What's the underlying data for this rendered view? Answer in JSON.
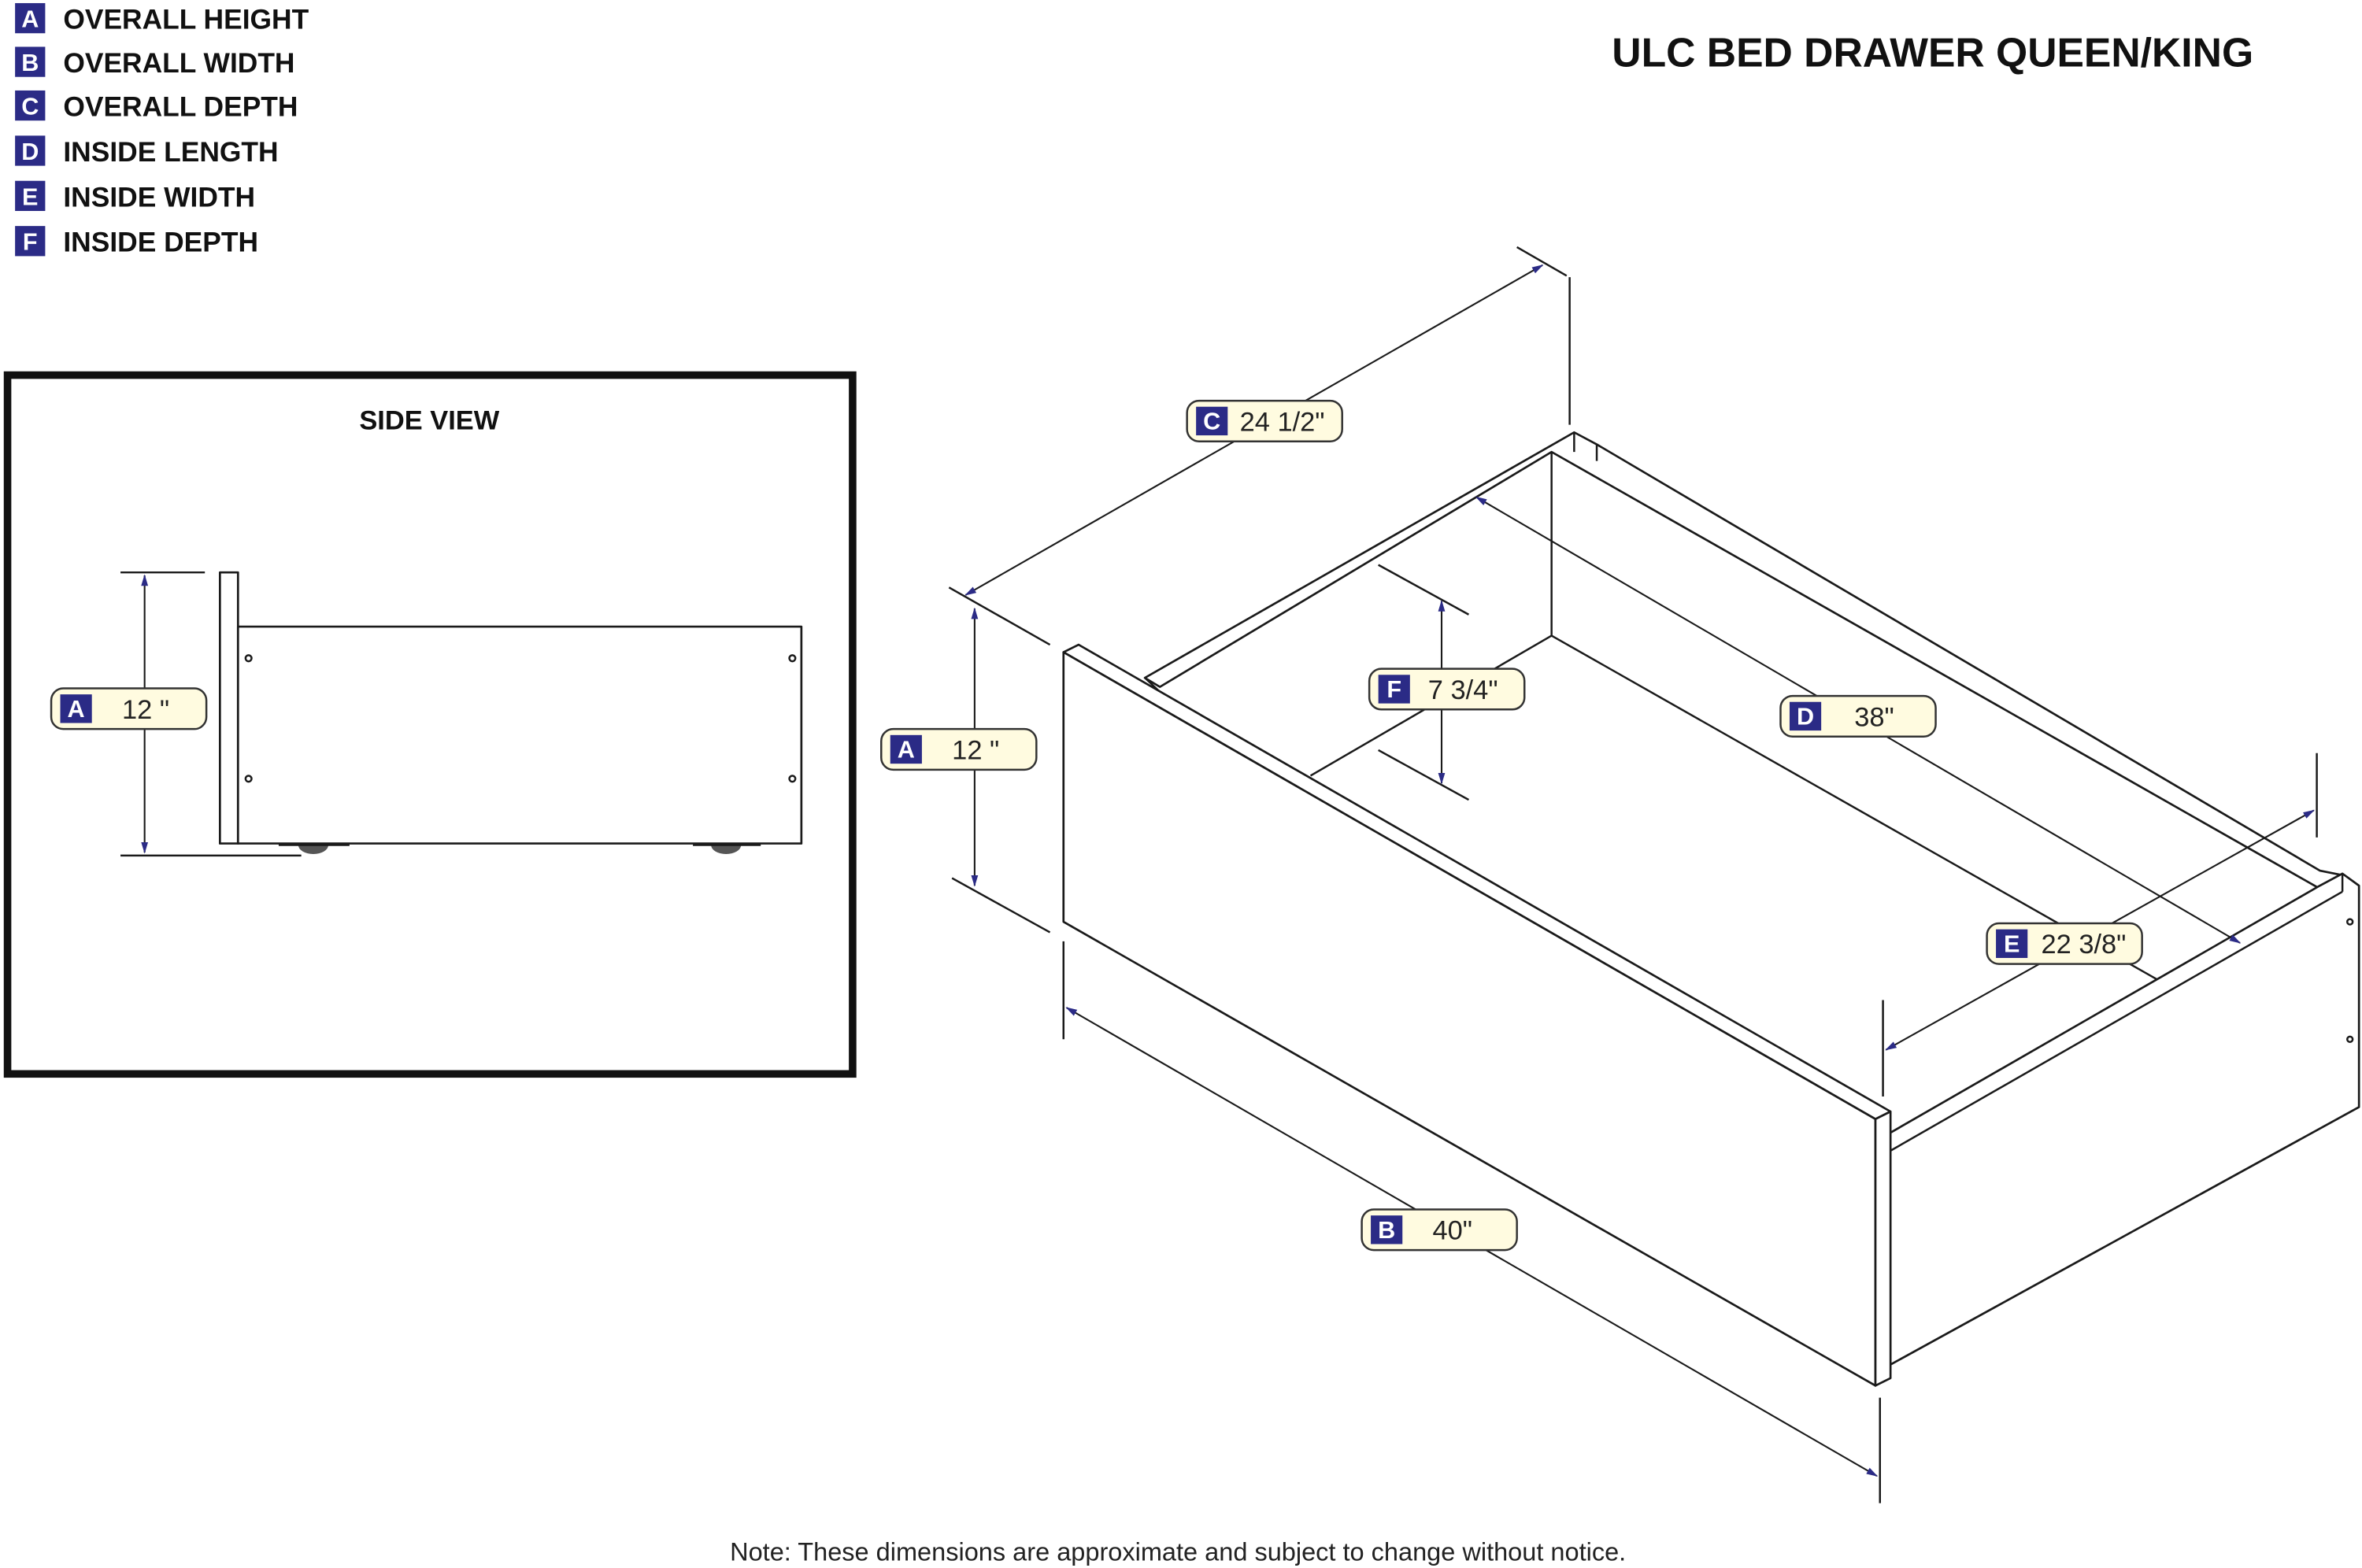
{
  "title": "ULC BED DRAWER QUEEN/KING",
  "legend": [
    {
      "key": "A",
      "label": "OVERALL HEIGHT"
    },
    {
      "key": "B",
      "label": "OVERALL WIDTH"
    },
    {
      "key": "C",
      "label": "OVERALL DEPTH"
    },
    {
      "key": "D",
      "label": "INSIDE LENGTH"
    },
    {
      "key": "E",
      "label": "INSIDE WIDTH"
    },
    {
      "key": "F",
      "label": "INSIDE DEPTH"
    }
  ],
  "side_view": {
    "title": "SIDE VIEW",
    "dimension": {
      "key": "A",
      "value": "12 \""
    }
  },
  "dimensions": {
    "A": {
      "key": "A",
      "value": "12 \""
    },
    "B": {
      "key": "B",
      "value": "40\""
    },
    "C": {
      "key": "C",
      "value": "24 1/2\""
    },
    "D": {
      "key": "D",
      "value": "38\""
    },
    "E": {
      "key": "E",
      "value": "22 3/8\""
    },
    "F": {
      "key": "F",
      "value": "7 3/4\""
    }
  },
  "note": "Note:  These dimensions are approximate and subject to change without notice.",
  "colors": {
    "badge": "#2b2b86",
    "label_fill": "#fffbe0"
  }
}
